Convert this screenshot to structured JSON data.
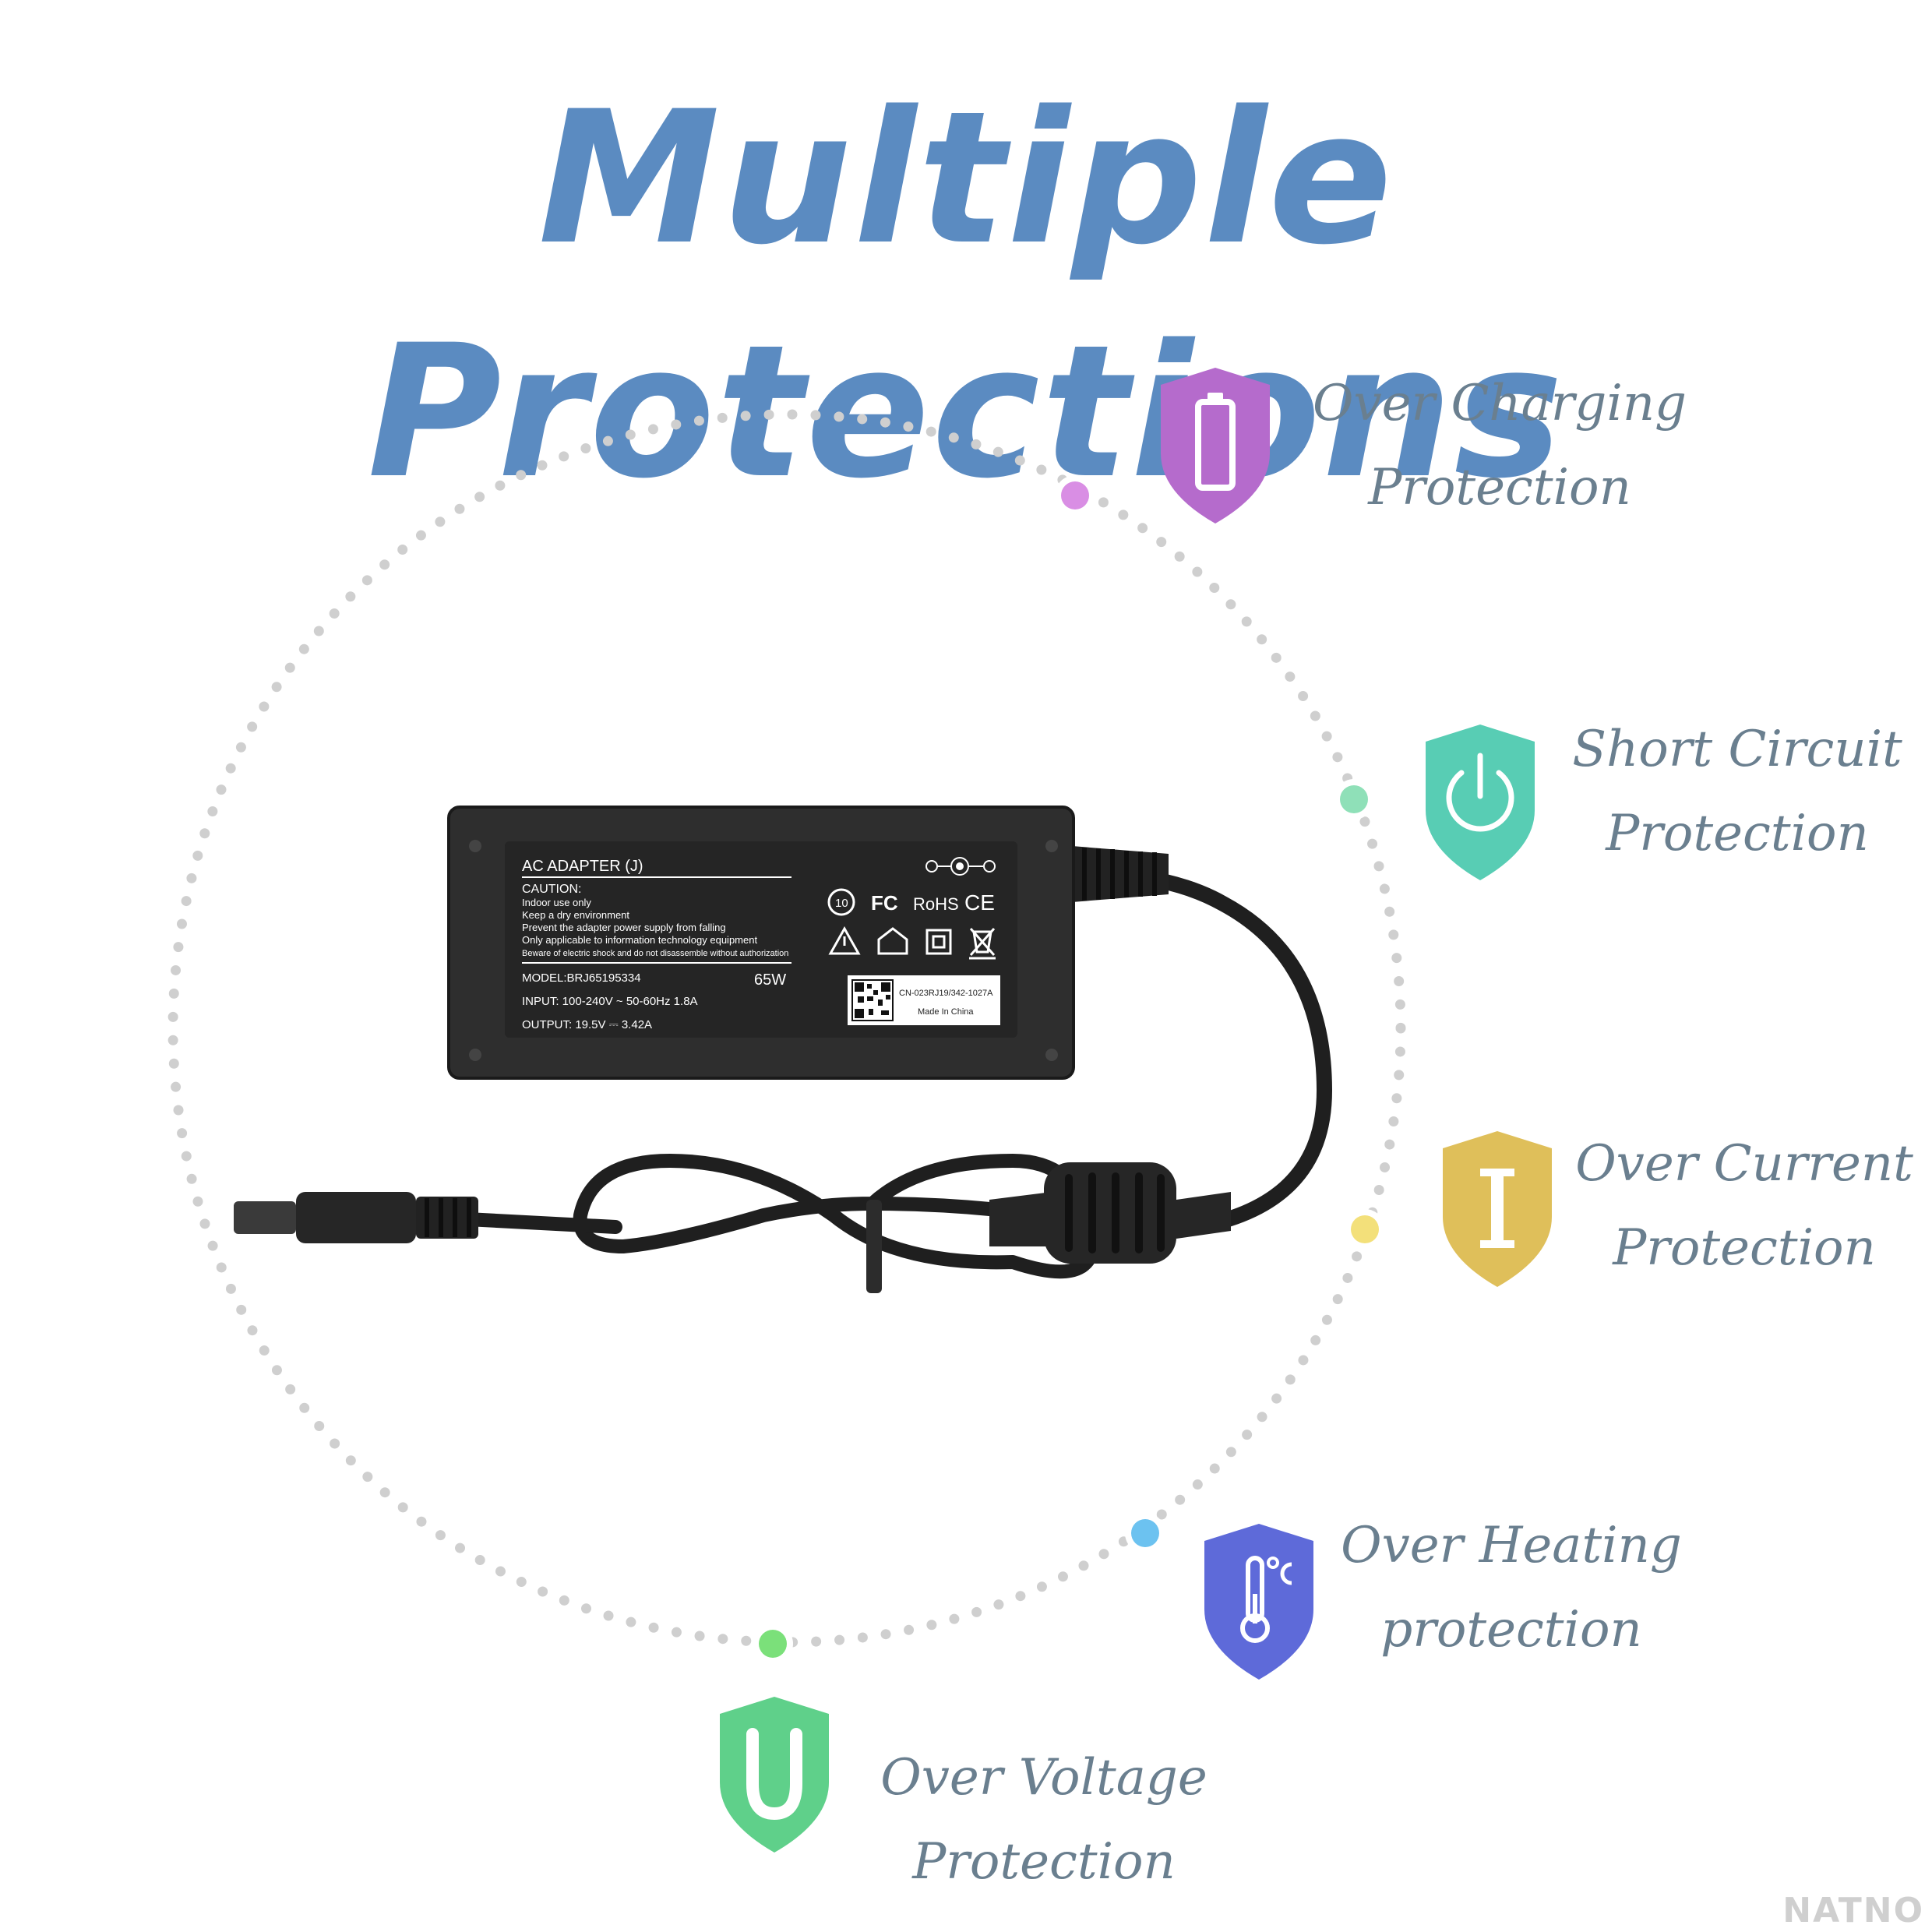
{
  "title": "Multiple Protections",
  "protections": [
    {
      "line1": "Over Charging",
      "line2": "Protection",
      "dot_color": "#d98ee4",
      "shield_color": "#b56bcc",
      "icon": "battery-icon"
    },
    {
      "line1": "Short Circuit",
      "line2": "Protection",
      "dot_color": "#8fe0b8",
      "shield_color": "#58cdb4",
      "icon": "power-icon"
    },
    {
      "line1": "Over Current",
      "line2": "Protection",
      "dot_color": "#f3e07a",
      "shield_color": "#dfbf5a",
      "icon": "current-i-icon"
    },
    {
      "line1": "Over Heating",
      "line2": "protection",
      "dot_color": "#6cc2f0",
      "shield_color": "#5e6ad9",
      "icon": "thermometer-icon"
    },
    {
      "line1": "Over Voltage",
      "line2": "Protection",
      "dot_color": "#7be07a",
      "shield_color": "#5fd08a",
      "icon": "voltage-u-icon"
    }
  ],
  "adapter_label": {
    "heading": "AC ADAPTER (J)",
    "caution_title": "CAUTION:",
    "caution_lines": [
      "Indoor use only",
      "Keep a dry environment",
      "Prevent the adapter power supply from falling",
      "Only applicable to information technology equipment",
      "Beware of electric shock and do not disassemble without authorization"
    ],
    "model": "MODEL:BRJ65195334",
    "wattage": "65W",
    "input": "INPUT: 100-240V ~ 50-60Hz 1.8A",
    "output": "OUTPUT: 19.5V ⎓ 3.42A",
    "serial": "CN-023RJ19/342-1027A",
    "origin": "Made In China",
    "rating_badge": "10",
    "cert_fc": "FC",
    "cert_rohs": "RoHS",
    "cert_ce": "CE"
  },
  "brand": "NATNO"
}
